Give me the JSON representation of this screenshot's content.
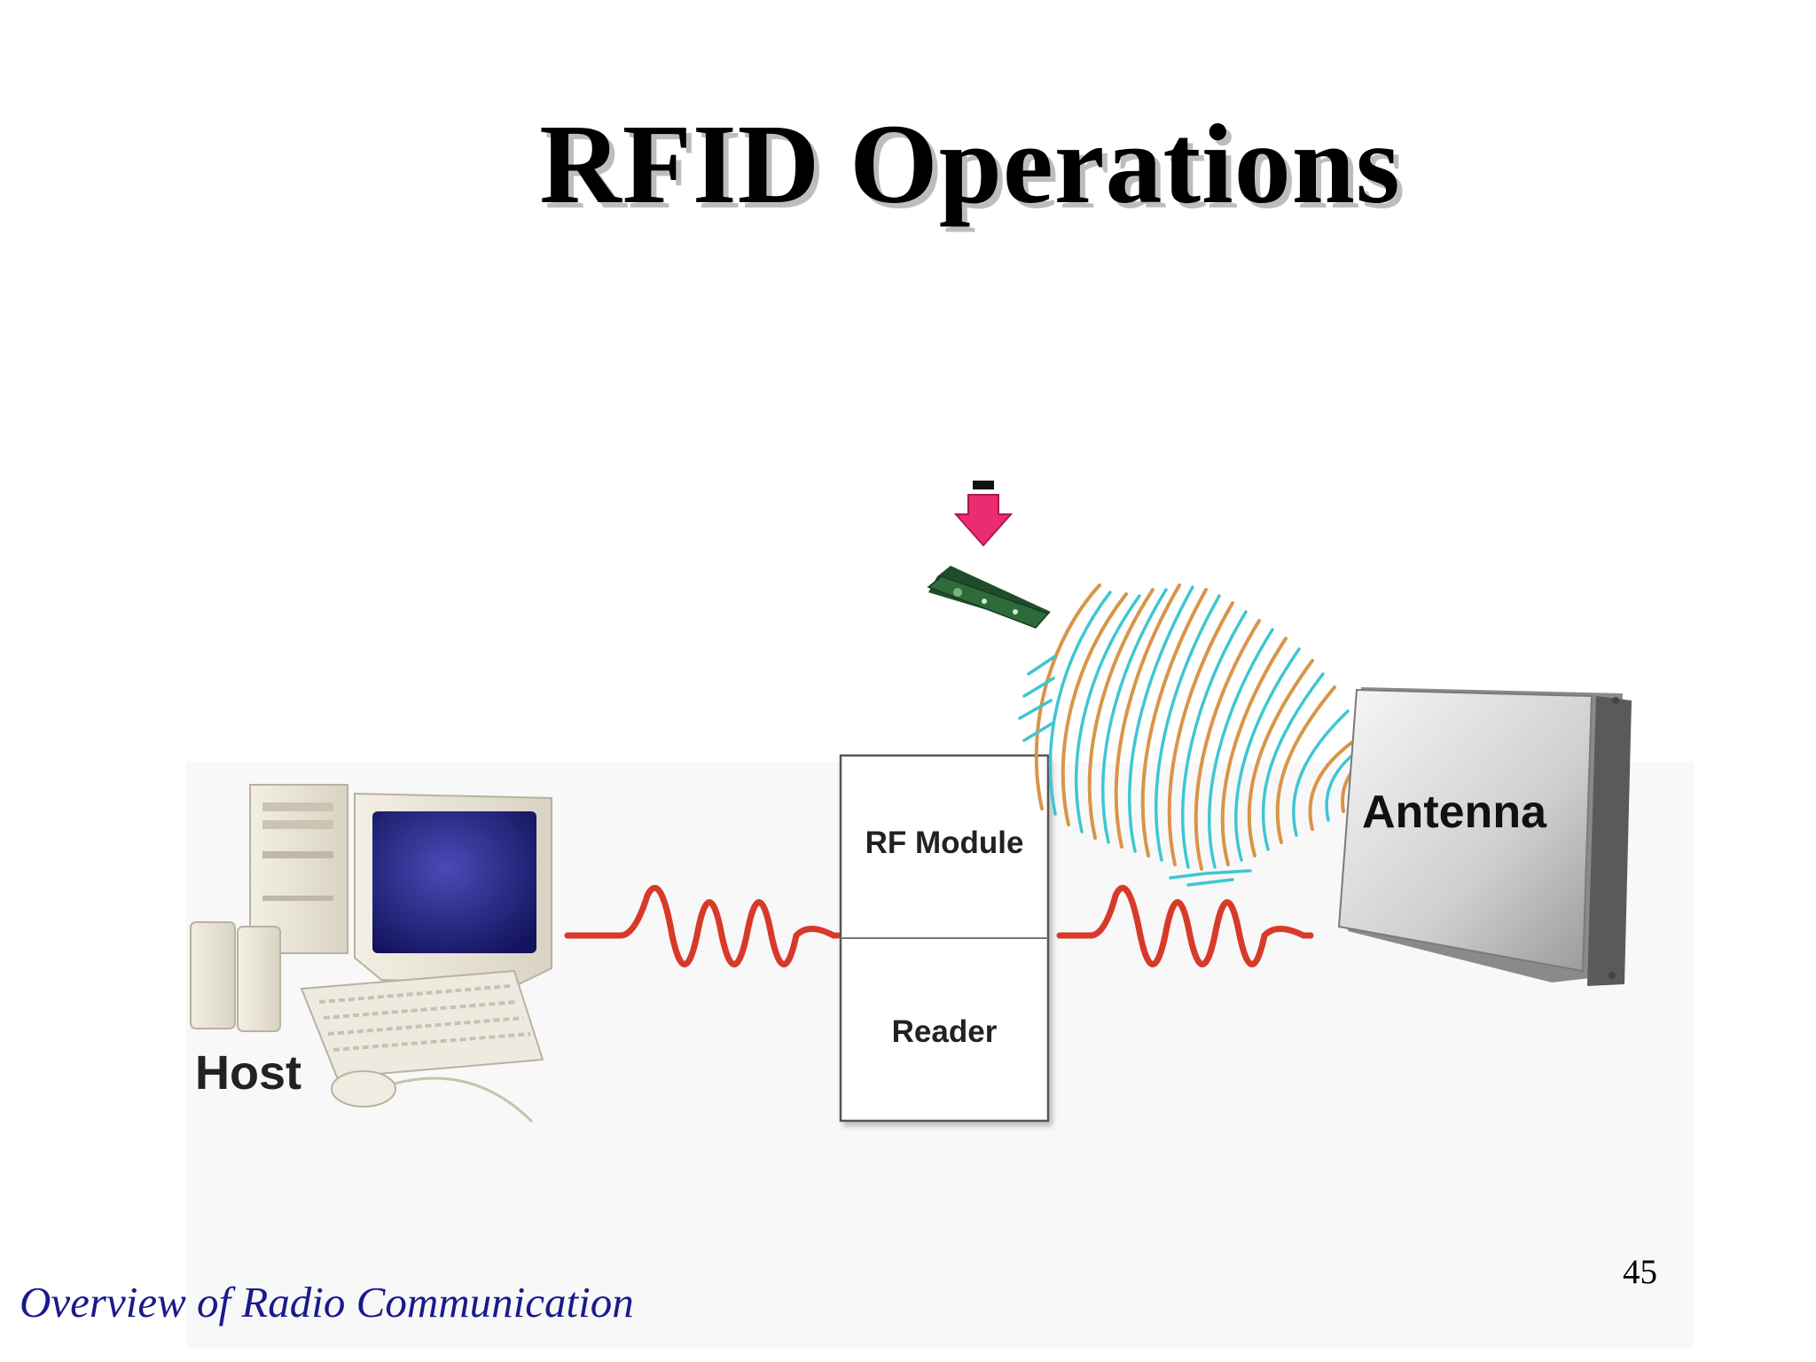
{
  "slide": {
    "title": "RFID Operations",
    "footer": "Overview of Radio Communication",
    "page_number": "45"
  },
  "diagram": {
    "host_label": "Host",
    "rf_module_label": "RF Module",
    "reader_label": "Reader",
    "antenna_label": "Antenna",
    "colors": {
      "signal_wave": "#d83a2a",
      "field_arc_a": "#d99548",
      "field_arc_b": "#3fc6d2",
      "tag_board": "#2d6b3a",
      "tag_pointer": "#ec2c71",
      "monitor_screen": "#1e1e7a"
    },
    "icons": [
      "computer-icon",
      "rfid-tag-icon",
      "pointer-arrow-icon",
      "antenna-icon"
    ]
  }
}
